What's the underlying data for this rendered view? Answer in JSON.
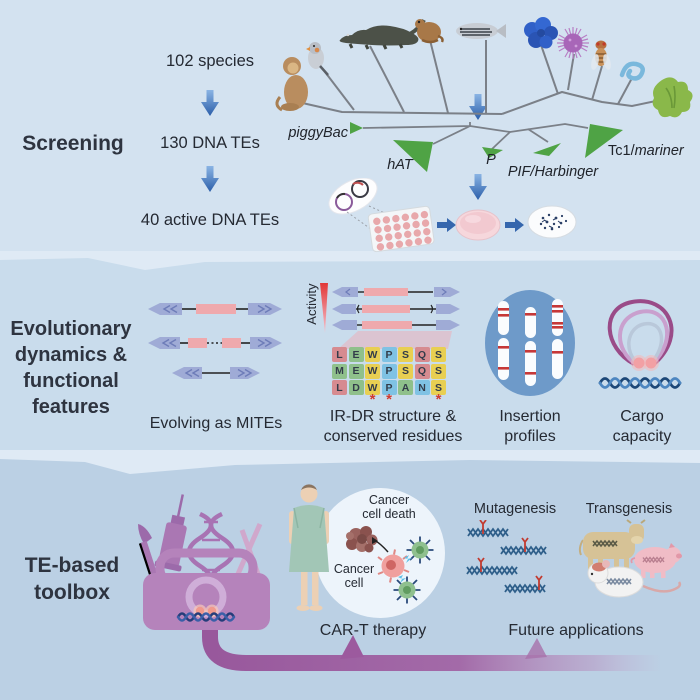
{
  "screening": {
    "title": "Screening",
    "steps": [
      "102 species",
      "130 DNA TEs",
      "40 active DNA TEs"
    ],
    "families": {
      "piggybac": "piggyBac",
      "hat": "hAT",
      "p": "P",
      "pif": "PIF/Harbinger",
      "tc1_plain": "Tc1/",
      "tc1_italic": "mariner"
    }
  },
  "evolution": {
    "title_lines": [
      "Evolutionary",
      "dynamics &",
      "functional",
      "features"
    ],
    "mites_caption": "Evolving as MITEs",
    "activity_label": "Activity",
    "irdr_caption_lines": [
      "IR-DR structure &",
      "conserved residues"
    ],
    "insertion_caption_lines": [
      "Insertion",
      "profiles"
    ],
    "cargo_caption_lines": [
      "Cargo",
      "capacity"
    ],
    "alignment": {
      "rows": [
        [
          "L",
          "E",
          "W",
          "P",
          "S",
          "Q",
          "S"
        ],
        [
          "M",
          "E",
          "W",
          "P",
          "S",
          "Q",
          "S"
        ],
        [
          "L",
          "D",
          "W",
          "P",
          "A",
          "N",
          "S"
        ]
      ],
      "colors": [
        [
          "red",
          "green",
          "yellow",
          "cyan",
          "yellow",
          "red",
          "yellow"
        ],
        [
          "green",
          "green",
          "yellow",
          "cyan",
          "yellow",
          "red",
          "yellow"
        ],
        [
          "red",
          "green",
          "yellow",
          "cyan",
          "green",
          "cyan",
          "yellow"
        ]
      ],
      "palette": {
        "red": "#d68b90",
        "green": "#8fc08b",
        "yellow": "#e8cf52",
        "cyan": "#7fc2e4"
      },
      "asterisk_columns": [
        2,
        3,
        6
      ],
      "asterisk": "*"
    }
  },
  "toolbox": {
    "title_lines": [
      "TE-based",
      "toolbox"
    ],
    "cart_caption": "CAR-T therapy",
    "cancer_death_lines": [
      "Cancer",
      "cell death"
    ],
    "cancer_cell_lines": [
      "Cancer",
      "cell"
    ],
    "mutagenesis_label": "Mutagenesis",
    "transgenesis_label": "Transgenesis",
    "future_caption": "Future applications"
  },
  "species_icons": [
    "monkey",
    "finch",
    "crocodile",
    "frog",
    "zebrafish",
    "tunicate",
    "sea-urchin",
    "fruit-fly",
    "nematode",
    "plant"
  ],
  "workflow_icons": [
    "plasmids",
    "well-plate",
    "petri-dish",
    "colony-dish"
  ],
  "toolbox_icons": [
    "scalpel",
    "syringe",
    "dna-helix",
    "forceps",
    "plasmid-ring",
    "dna-strand"
  ],
  "transgenesis_icons": [
    "cow",
    "pig",
    "mouse"
  ],
  "palette": {
    "band_top": "#d3e2f0",
    "band_separator": "#dfeaf5",
    "band_middle": "#c9dcec",
    "band_bottom": "#bbd0e4",
    "text": "#252a33",
    "arrow_blue_dark": "#2b5ea9",
    "arrow_blue_light": "#8ab4e4",
    "tree_line": "#7b8088",
    "te_triangle_green": "#4fa345",
    "tir_blue": "#9fabd6",
    "te_pink": "#efa9ad",
    "activity_red": "#e23838",
    "insertion_oval_blue": "#6e9ac9",
    "chromosome_band_red": "#c63838",
    "cargo_purple_dark": "#9a4b88",
    "cargo_purple_light": "#c9a0ce",
    "toolbox_purple": "#b583bb",
    "pipe_purple": "#9e5fa0",
    "gown_green": "#a2c6b6",
    "cart_cell_green": "#8fc08f",
    "cancer_cell_pink": "#f0a09e",
    "dna_navy": "#21386e"
  }
}
